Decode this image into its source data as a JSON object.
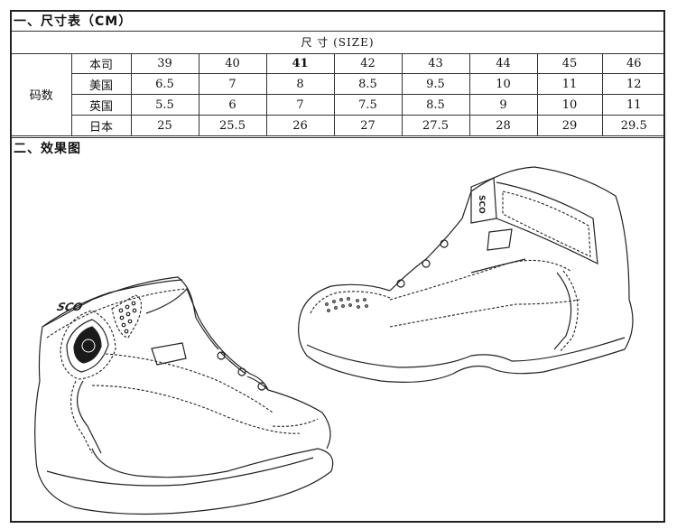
{
  "section1": {
    "title": "一、尺寸表（CM）"
  },
  "size_header": "尺  寸 (SIZE)",
  "table": {
    "group_label": "码数",
    "rows": [
      {
        "label": "本司",
        "values": [
          "39",
          "40",
          "41",
          "42",
          "43",
          "44",
          "45",
          "46"
        ]
      },
      {
        "label": "美国",
        "values": [
          "6.5",
          "7",
          "8",
          "8.5",
          "9.5",
          "10",
          "11",
          "12"
        ]
      },
      {
        "label": "英国",
        "values": [
          "5.5",
          "6",
          "7",
          "7.5",
          "8.5",
          "9",
          "10",
          "11"
        ]
      },
      {
        "label": "日本",
        "values": [
          "25",
          "25.5",
          "26",
          "27",
          "27.5",
          "28",
          "29",
          "29.5"
        ]
      }
    ]
  },
  "section2": {
    "title": "二、效果图"
  },
  "drawings": [
    {
      "name": "boot-side-view-left",
      "brand_mark": "SCO"
    },
    {
      "name": "boot-side-view-right",
      "brand_mark": "SCO"
    }
  ]
}
